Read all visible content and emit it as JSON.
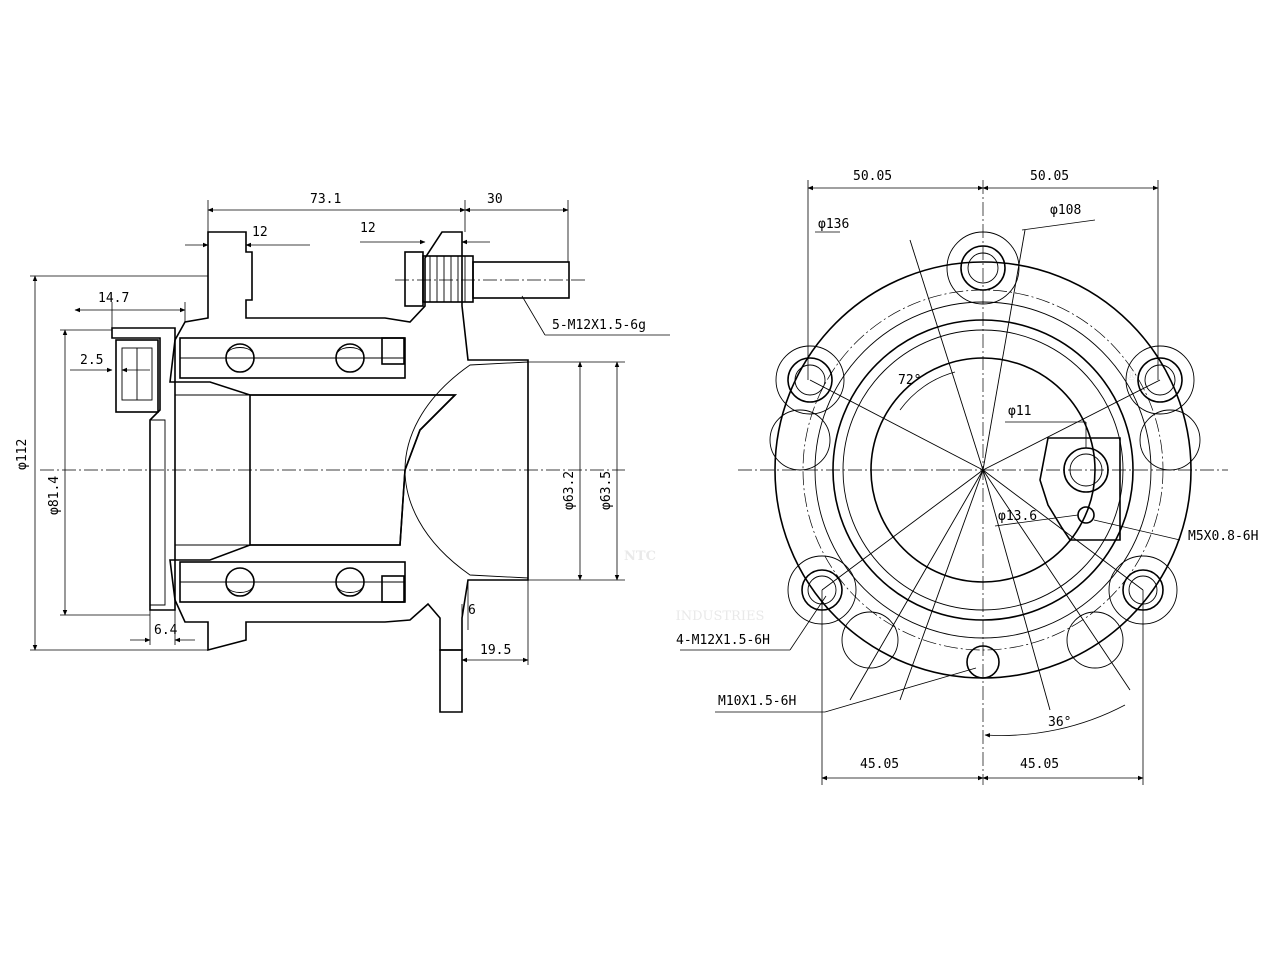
{
  "watermark": {
    "brand": "NTC",
    "subtitle": "INDUSTRIES",
    "registered": "®"
  },
  "side_view": {
    "dimensions": {
      "width_total": "73.1",
      "stud_extension": "30",
      "flange_thickness": "12",
      "flange_to_stud": "12",
      "sensor_offset": "14.7",
      "sensor_gap": "2.5",
      "outer_dia": "φ112",
      "bearing_dia": "φ81.4",
      "pilot_dia_inner": "φ63.2",
      "pilot_dia_outer": "φ63.5",
      "cap_thickness": "6.4",
      "pilot_step": "6",
      "pilot_length": "19.5"
    },
    "callouts": {
      "stud_thread": "5-M12X1.5-6g"
    }
  },
  "front_view": {
    "dimensions": {
      "top_left": "50.05",
      "top_right": "50.05",
      "bottom_left": "45.05",
      "bottom_right": "45.05",
      "flange_dia": "φ136",
      "stud_circle_dia": "φ108",
      "sensor_hole_dia": "φ11",
      "small_hole_dia": "φ13.6",
      "angle_top": "72°",
      "angle_bottom": "36°"
    },
    "callouts": {
      "sensor_thread": "M5X0.8-6H",
      "mount_thread": "4-M12X1.5-6H",
      "aux_thread": "M10X1.5-6H"
    }
  }
}
